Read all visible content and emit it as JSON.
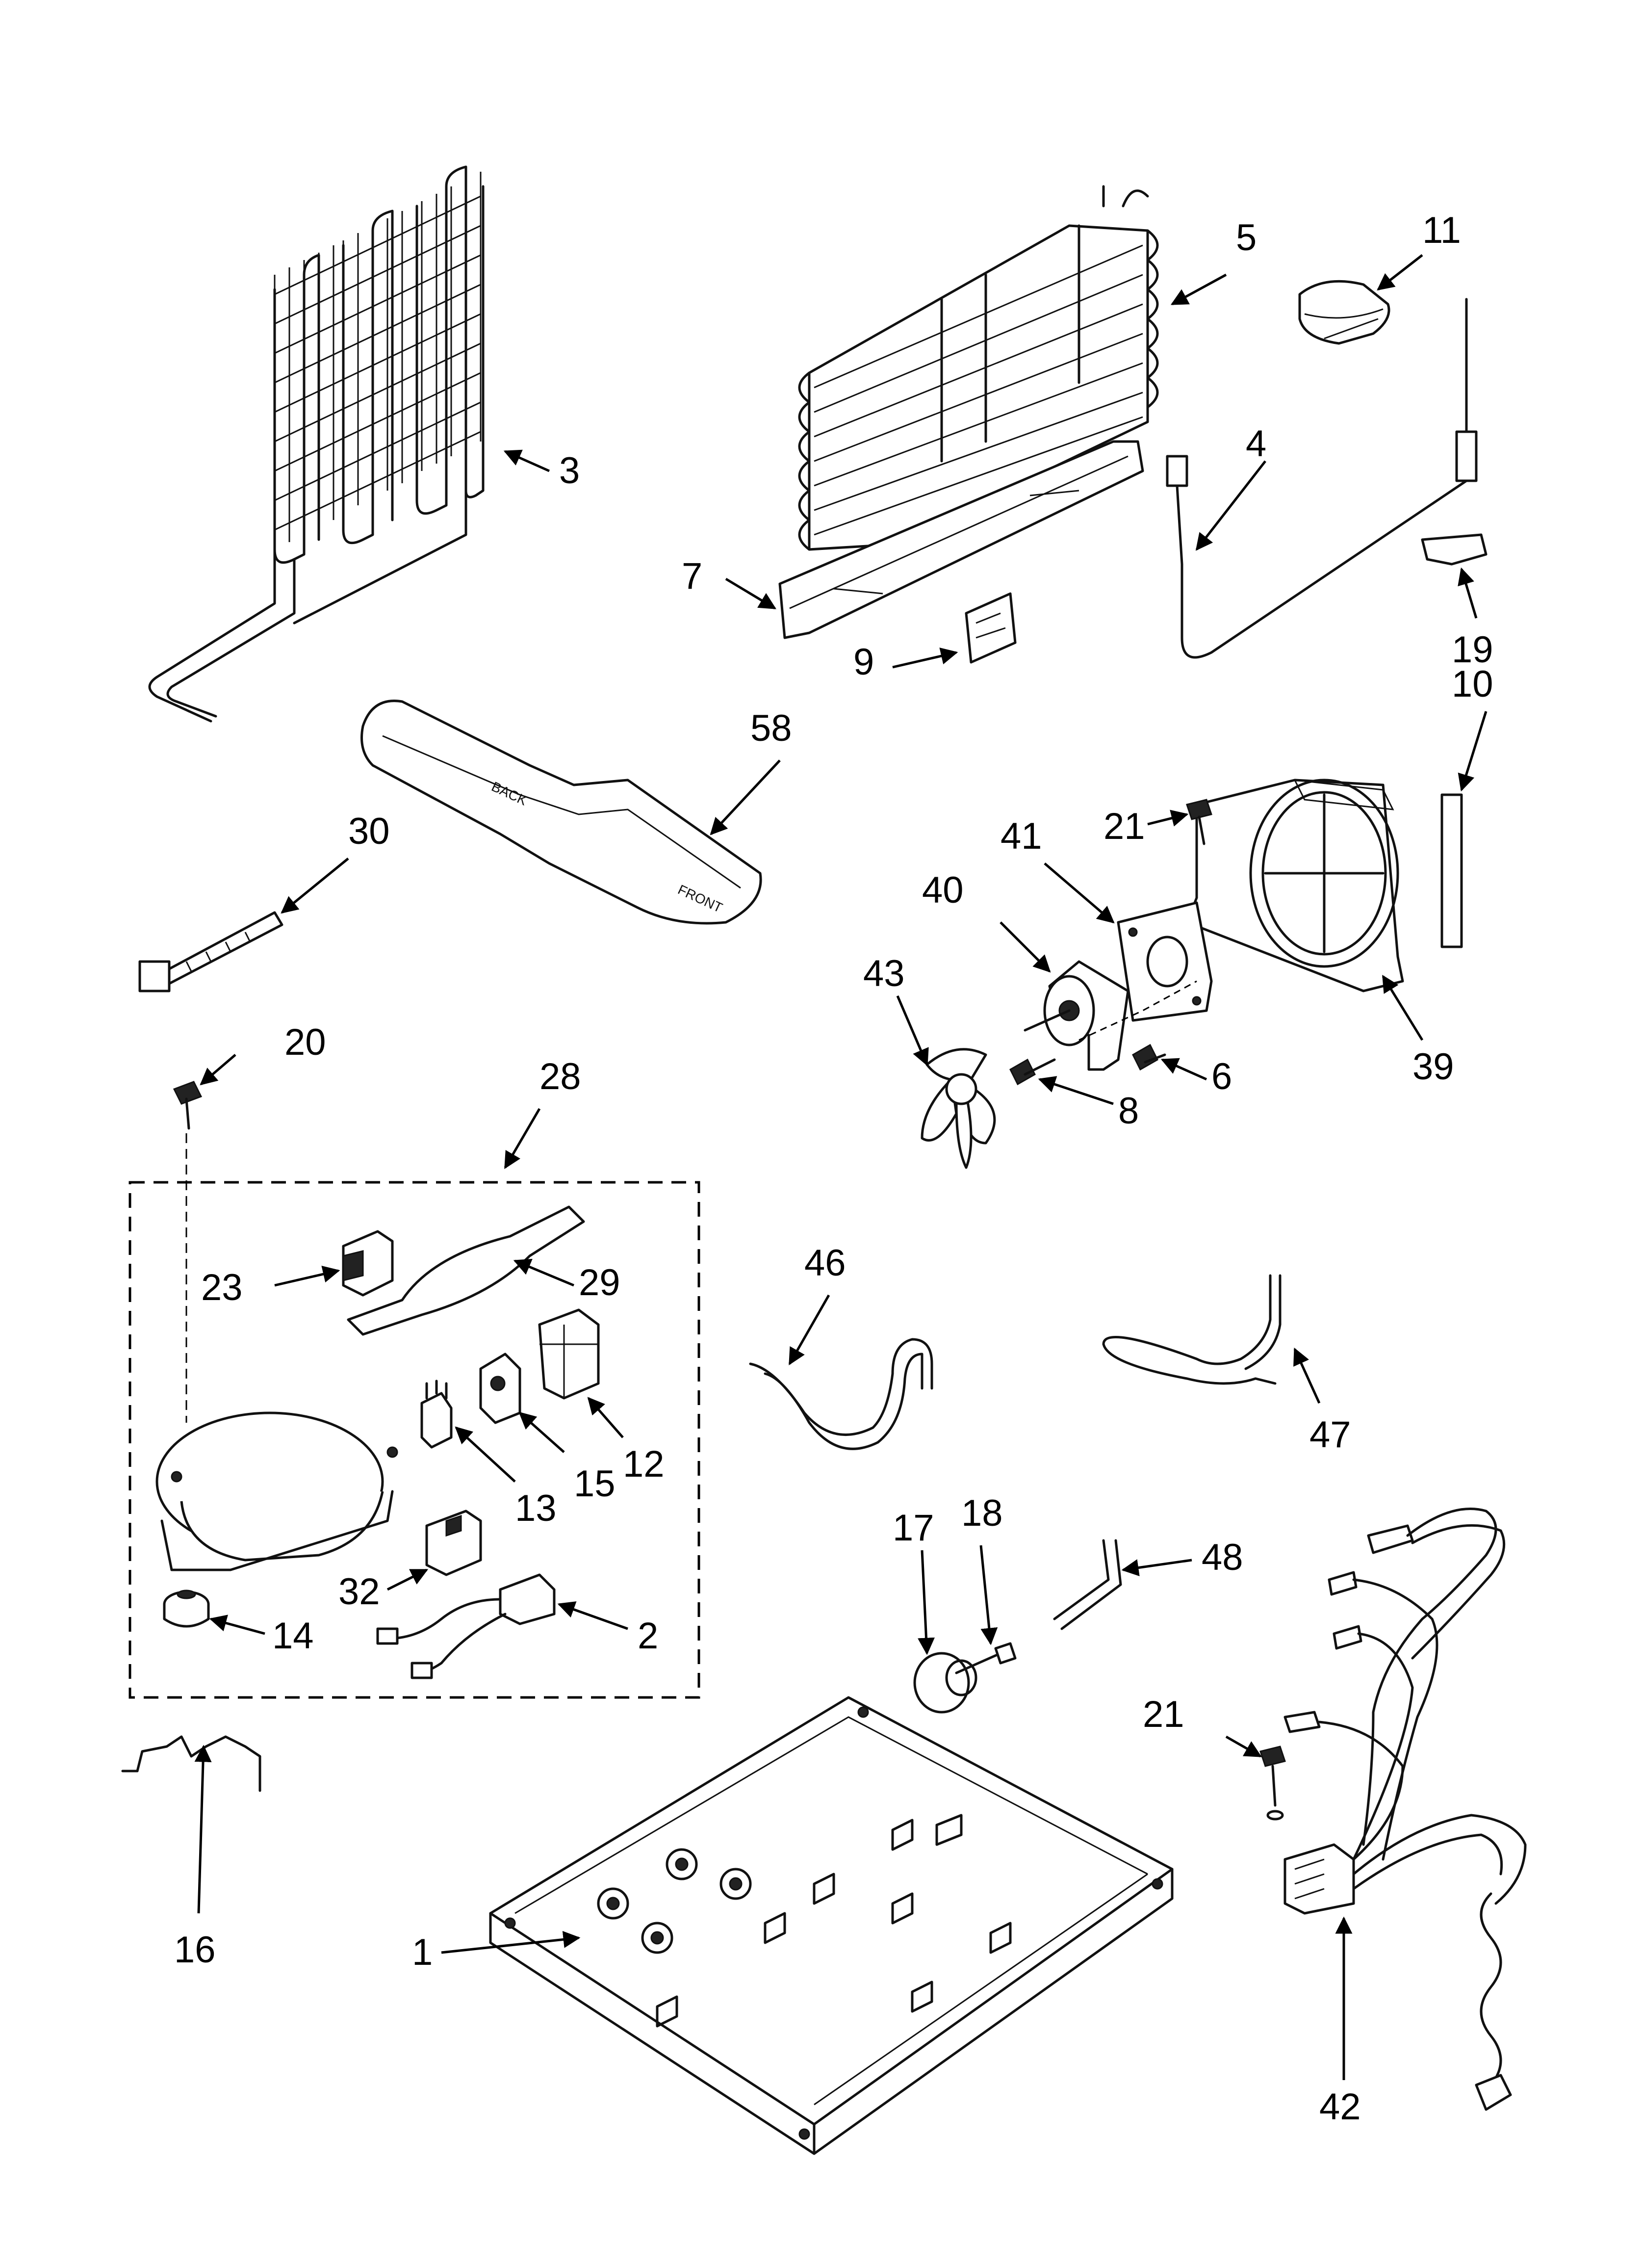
{
  "callouts": {
    "c1": "1",
    "c2": "2",
    "c3": "3",
    "c4": "4",
    "c5": "5",
    "c6": "6",
    "c7": "7",
    "c8": "8",
    "c9": "9",
    "c10": "10",
    "c11": "11",
    "c12": "12",
    "c13": "13",
    "c14": "14",
    "c15": "15",
    "c16": "16",
    "c17": "17",
    "c18": "18",
    "c19": "19",
    "c20": "20",
    "c21a": "21",
    "c21b": "21",
    "c23": "23",
    "c28": "28",
    "c29": "29",
    "c30": "30",
    "c32": "32",
    "c39": "39",
    "c40": "40",
    "c41": "41",
    "c42": "42",
    "c43": "43",
    "c46": "46",
    "c47": "47",
    "c48": "48",
    "c58": "58"
  },
  "icons": {
    "condenser": "condenser-coil-icon",
    "evaporator": "evaporator-coil-icon",
    "drain_pan": "drain-pan-icon",
    "fan_bracket": "fan-shroud-icon",
    "compressor": "compressor-icon",
    "base_frame": "base-frame-icon",
    "wire_harness": "wire-harness-icon"
  }
}
